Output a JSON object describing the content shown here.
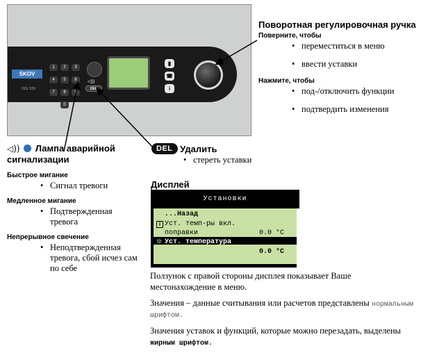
{
  "device": {
    "brand": "SKOV",
    "model_label": "DOL 539",
    "keys": [
      "1",
      "2",
      "3",
      "4",
      "5",
      "6",
      "7",
      "8",
      "9",
      "0"
    ],
    "del_label": "DEL"
  },
  "knob_section": {
    "title": "Поворотная регулировочная ручка",
    "turn_heading": "Поверните, чтобы",
    "turn_items": [
      "переместиться в меню",
      "ввести уставки"
    ],
    "press_heading": "Нажмите, чтобы",
    "press_items": [
      "под-/отключить функции",
      "подтвердить изменения"
    ]
  },
  "alarm_section": {
    "title_line1": "Лампа аварийной",
    "title_line2": "сигнализации",
    "fast_heading": "Быстрое мигание",
    "fast_items": [
      "Сигнал тревоги"
    ],
    "slow_heading": "Медленное мигание",
    "slow_items": [
      "Подтвержденная тревога"
    ],
    "steady_heading": "Непрерывное свечение",
    "steady_items": [
      "Неподтвержденная тревога, сбой исчез сам по себе"
    ]
  },
  "delete_section": {
    "button_label": "DEL",
    "title": "Удалить",
    "items": [
      "стереть уставки"
    ]
  },
  "display_section": {
    "title": "Дисплей",
    "screen": {
      "header": "Установки",
      "back": "...Назад",
      "row1_label": "Уст. темп-ры вкл.",
      "row2_label": "поправки",
      "row2_value": "0.0 °C",
      "row3_label": "Уст. температура",
      "row3_value": "0.0 °C"
    },
    "para1": "Ползунок с правой стороны дисплея показывает Ваше местонахождение в меню.",
    "para2_text": "Значения – данные считывания или расчетов представлены",
    "para2_mono": "нормальным шрифтом.",
    "para3_text": "Значения уставок и функций, которые можно перезадать, выделены",
    "para3_mono": "жирным шрифтом."
  }
}
